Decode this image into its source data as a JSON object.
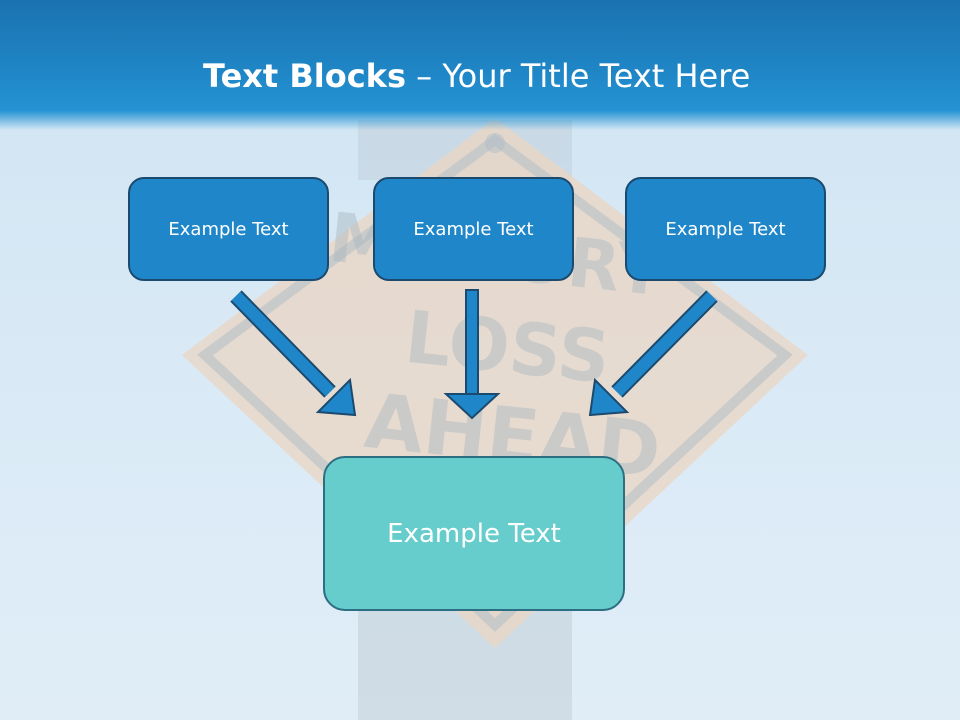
{
  "slide": {
    "title_bold": "Text Blocks",
    "title_dash": " – ",
    "title_rest": "Your Title Text Here",
    "background_sign": [
      "MEMORY",
      "LOSS",
      "AHEAD"
    ]
  },
  "blocks": {
    "top": [
      {
        "label": "Example Text"
      },
      {
        "label": "Example Text"
      },
      {
        "label": "Example Text"
      }
    ],
    "target": {
      "label": "Example Text"
    }
  },
  "colors": {
    "header": "#1f86c6",
    "top_box_fill": "#1f87c9",
    "target_box_fill": "#66cccc",
    "arrow_fill": "#1f87c9"
  }
}
